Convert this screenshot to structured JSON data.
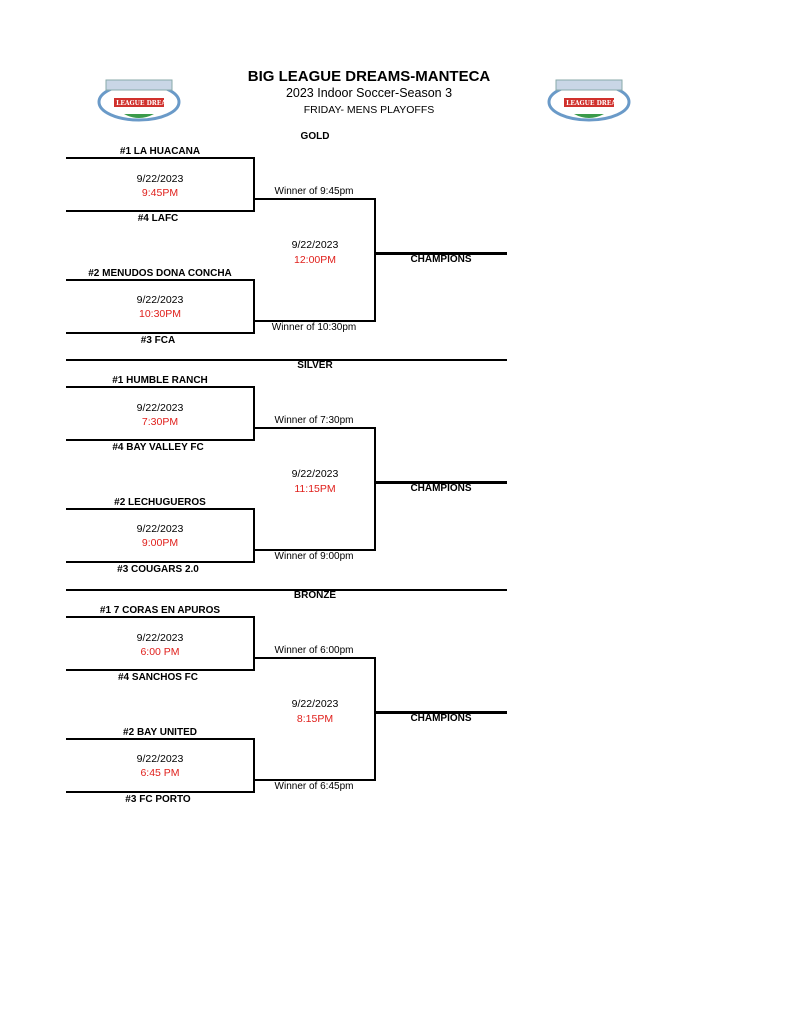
{
  "header": {
    "title": "BIG LEAGUE DREAMS-MANTECA",
    "subtitle": "2023 Indoor Soccer-Season 3",
    "event": "FRIDAY- MENS PLAYOFFS",
    "logo_text": "BIG LEAGUE DREAMS"
  },
  "colors": {
    "time": "#e0201c"
  },
  "sections": [
    {
      "name": "GOLD",
      "champions": "CHAMPIONS",
      "match1": {
        "top": "#1 LA HUACANA",
        "bottom": "#4 LAFC",
        "date": "9/22/2023",
        "time": "9:45PM",
        "winner": "Winner of 9:45pm"
      },
      "match2": {
        "top": "#2 MENUDOS DONA CONCHA",
        "bottom": "#3 FCA",
        "date": "9/22/2023",
        "time": "10:30PM",
        "winner": "Winner of 10:30pm"
      },
      "final": {
        "date": "9/22/2023",
        "time": "12:00PM"
      }
    },
    {
      "name": "SILVER",
      "champions": "CHAMPIONS",
      "match1": {
        "top": "#1 HUMBLE RANCH",
        "bottom": "#4 BAY VALLEY FC",
        "date": "9/22/2023",
        "time": "7:30PM",
        "winner": "Winner of 7:30pm"
      },
      "match2": {
        "top": "#2 LECHUGUEROS",
        "bottom": "#3 COUGARS 2.0",
        "date": "9/22/2023",
        "time": "9:00PM",
        "winner": "Winner of 9:00pm"
      },
      "final": {
        "date": "9/22/2023",
        "time": "11:15PM"
      }
    },
    {
      "name": "BRONZE",
      "champions": "CHAMPIONS",
      "match1": {
        "top": "#1 7 CORAS EN APUROS",
        "bottom": "#4 SANCHOS FC",
        "date": "9/22/2023",
        "time": "6:00 PM",
        "winner": "Winner of 6:00pm"
      },
      "match2": {
        "top": "#2 BAY UNITED",
        "bottom": "#3 FC PORTO",
        "date": "9/22/2023",
        "time": "6:45 PM",
        "winner": "Winner of 6:45pm"
      },
      "final": {
        "date": "9/22/2023",
        "time": "8:15PM"
      }
    }
  ]
}
